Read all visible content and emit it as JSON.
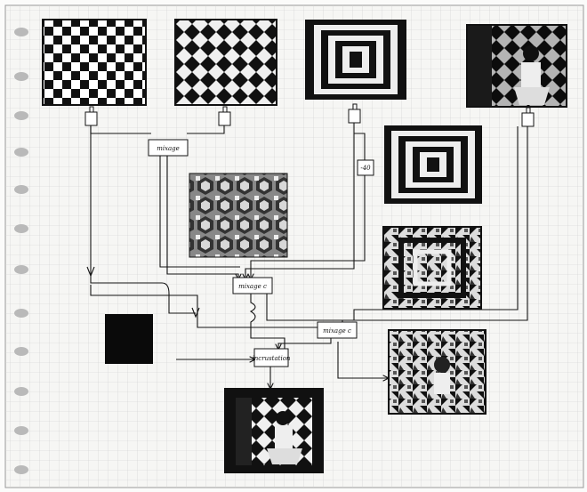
{
  "nodes": {
    "mix_top": {
      "label": "mixage"
    },
    "delay": {
      "label": "-40"
    },
    "mix_mid": {
      "label": "mixage c"
    },
    "mix_right": {
      "label": "mixage c"
    },
    "inlay": {
      "label": "incrustation"
    }
  },
  "colors": {
    "paper": "#f6f6f4",
    "grid": "#c9c9c9",
    "ink": "#141414",
    "holes": "#b9b9b9"
  }
}
